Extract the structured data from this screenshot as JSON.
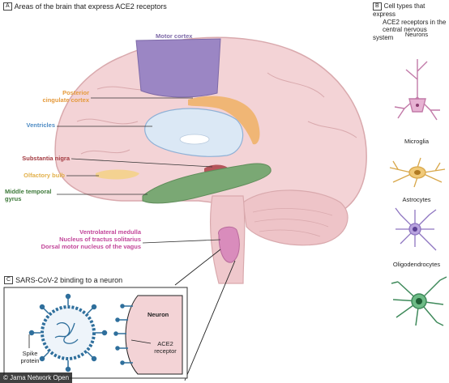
{
  "panel_a": {
    "letter": "A",
    "title": "Areas of the brain that express ACE2 receptors"
  },
  "panel_b": {
    "letter": "B",
    "title_lines": [
      "Cell types that express",
      "ACE2 receptors in the",
      "central nervous system"
    ]
  },
  "panel_c": {
    "letter": "C",
    "title": "SARS-CoV-2 binding to a neuron"
  },
  "brain_labels": {
    "motor_cortex": "Motor cortex",
    "posterior_cingulate_1": "Posterior",
    "posterior_cingulate_2": "cingulate cortex",
    "ventricles": "Ventricles",
    "substantia_nigra": "Substantia nigra",
    "olfactory_bulb": "Olfactory bulb",
    "middle_temporal_1": "Middle temporal",
    "middle_temporal_2": "gyrus",
    "medulla_1": "Ventrolateral medulla",
    "medulla_2": "Nucleus of tractus solitarius",
    "medulla_3": "Dorsal motor nucleus of the vagus"
  },
  "cell_types": {
    "neurons": "Neurons",
    "microglia": "Microglia",
    "astrocytes": "Astrocytes",
    "oligodendrocytes": "Oligodendrocytes"
  },
  "inset_labels": {
    "neuron": "Neuron",
    "ace2_1": "ACE2",
    "ace2_2": "receptor",
    "spike_1": "Spike",
    "spike_2": "protein"
  },
  "credit": "Jama Network Open",
  "colors": {
    "brain": "#f3d3d6",
    "brain_stroke": "#d9a9ad",
    "motor": "#9b86c4",
    "cingulate": "#f0b36a",
    "ventricles": "#dbe8f5",
    "nigra": "#b5555a",
    "olfactory": "#f4d28a",
    "temporal": "#7aa874",
    "medulla": "#d98cbc",
    "virus": "#2f6f9c"
  }
}
